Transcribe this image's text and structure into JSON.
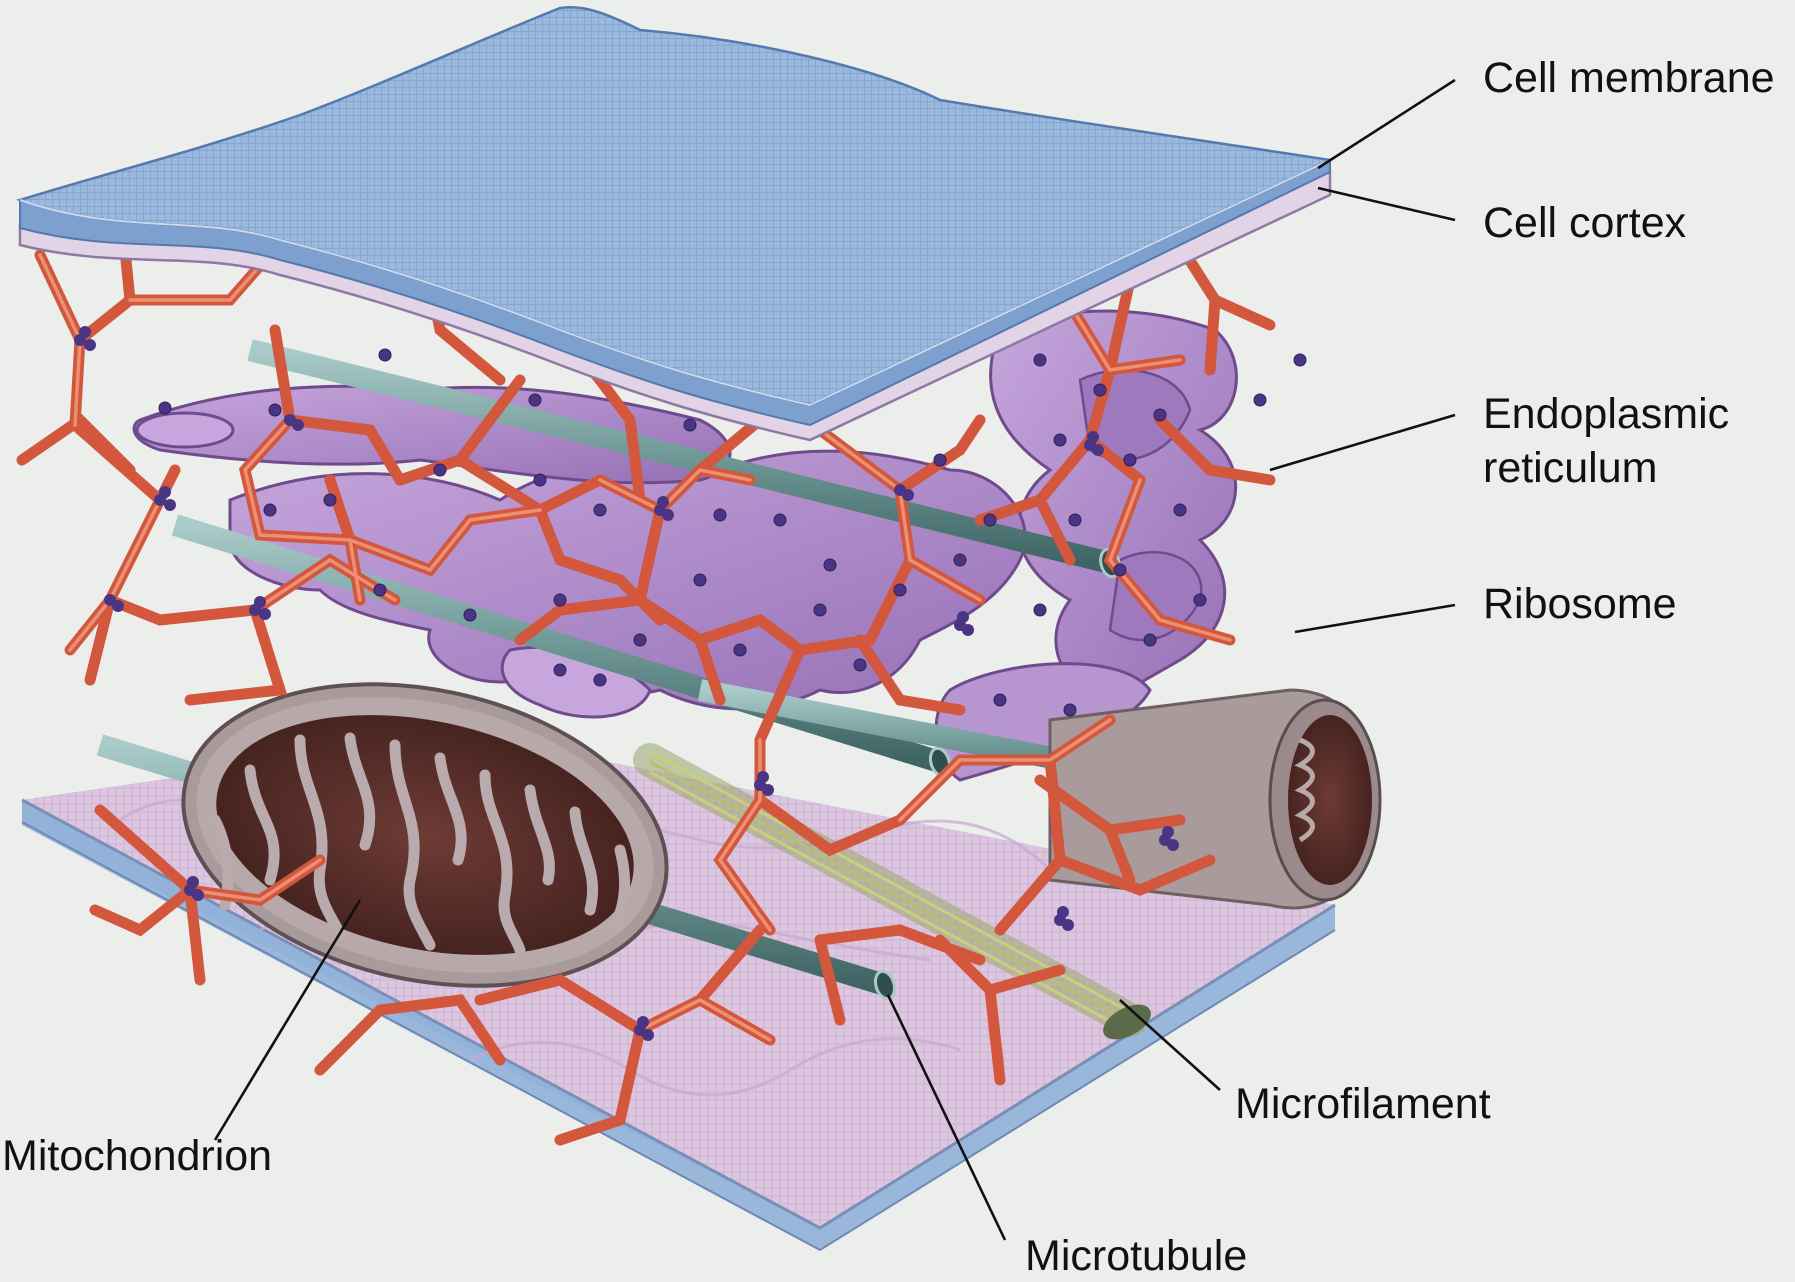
{
  "diagram": {
    "labels": {
      "cell_membrane": "Cell membrane",
      "cell_cortex": "Cell cortex",
      "er_line1": "Endoplasmic",
      "er_line2": "reticulum",
      "ribosome": "Ribosome",
      "microfilament": "Microfilament",
      "microtubule": "Microtubule",
      "mitochondrion": "Mitochondrion"
    },
    "colors": {
      "background": "#eceeec",
      "membrane_top": "#9bb8dd",
      "membrane_edge": "#6f93c4",
      "cortex": "#e3d3e6",
      "reticulum": "#b18fcb",
      "reticulum_dark": "#7f5a9c",
      "ribosome": "#4a3585",
      "filament": "#d2573d",
      "microtubule": "#7fa7a6",
      "mitochondrion_outer": "#9b8890",
      "mitochondrion_inner": "#5a2e2a",
      "floor": "#ddc6e0"
    }
  }
}
